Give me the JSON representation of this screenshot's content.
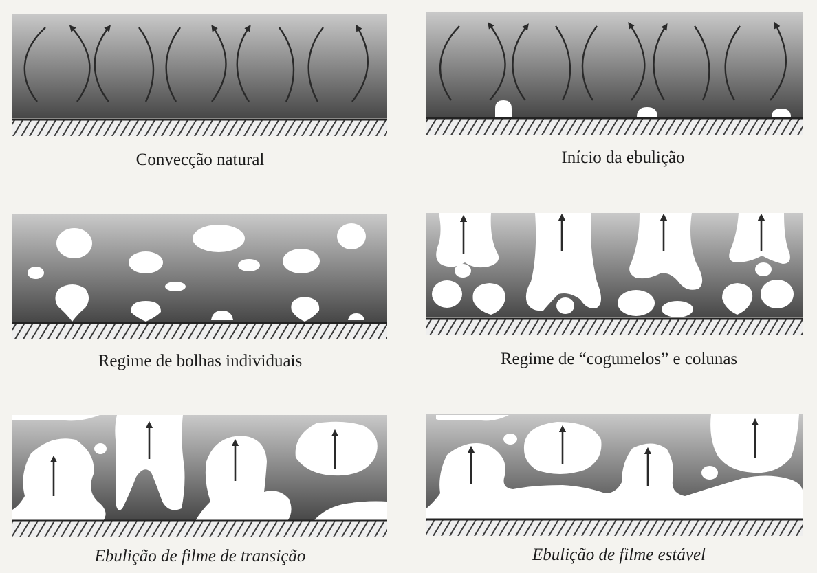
{
  "colors": {
    "background": "#f4f3ef",
    "liquid_light": "#c9c9c9",
    "liquid_dark": "#474747",
    "vapor": "#ffffff",
    "surface_hatch": "#3a3a3a",
    "caption_text": "#1c1c1c"
  },
  "panels": [
    {
      "id": "natural-convection",
      "caption": "Convecção natural",
      "caption_style": "normal"
    },
    {
      "id": "onset-of-boiling",
      "caption": "Início da ebulição",
      "caption_style": "normal"
    },
    {
      "id": "isolated-bubbles",
      "caption": "Regime de bolhas individuais",
      "caption_style": "normal"
    },
    {
      "id": "slugs-and-columns",
      "caption": "Regime de “cogumelos” e colunas",
      "caption_style": "normal"
    },
    {
      "id": "transition-film-boiling",
      "caption": "Ebulição de filme de transição",
      "caption_style": "italic"
    },
    {
      "id": "stable-film-boiling",
      "caption": "Ebulição de filme estável",
      "caption_style": "italic"
    }
  ]
}
